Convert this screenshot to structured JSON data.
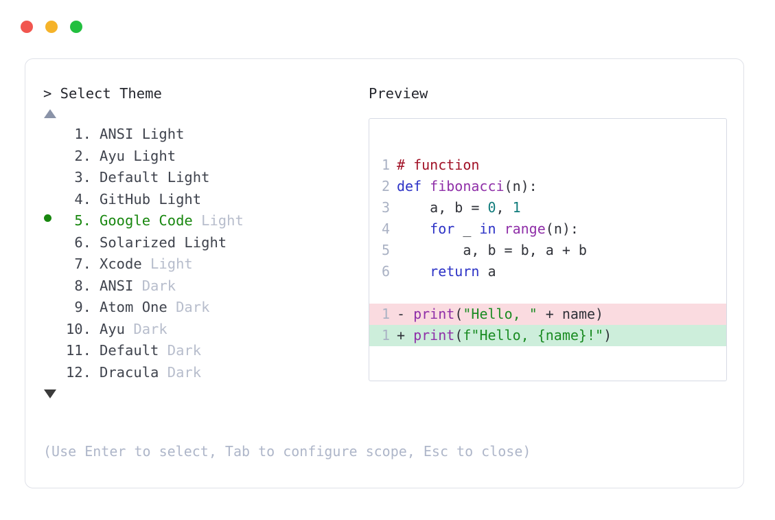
{
  "window": {
    "traffic_lights": [
      {
        "name": "close",
        "color": "#f1564f"
      },
      {
        "name": "minimize",
        "color": "#f5b32a"
      },
      {
        "name": "maximize",
        "color": "#22bf3f"
      }
    ]
  },
  "left": {
    "prompt": "> Select Theme",
    "scroll_up_icon": "triangle-up",
    "scroll_down_icon": "triangle-down",
    "selected_index": 5,
    "items": [
      {
        "index": "1.",
        "name": "ANSI",
        "variant": " Light",
        "variant_muted": false,
        "selected": false
      },
      {
        "index": "2.",
        "name": "Ayu",
        "variant": " Light",
        "variant_muted": false,
        "selected": false
      },
      {
        "index": "3.",
        "name": "Default",
        "variant": " Light",
        "variant_muted": false,
        "selected": false
      },
      {
        "index": "4.",
        "name": "GitHub",
        "variant": " Light",
        "variant_muted": false,
        "selected": false
      },
      {
        "index": "5.",
        "name": "Google Code",
        "variant": " Light",
        "variant_muted": true,
        "selected": true
      },
      {
        "index": "6.",
        "name": "Solarized",
        "variant": " Light",
        "variant_muted": false,
        "selected": false
      },
      {
        "index": "7.",
        "name": "Xcode",
        "variant": " Light",
        "variant_muted": true,
        "selected": false
      },
      {
        "index": "8.",
        "name": "ANSI",
        "variant": " Dark",
        "variant_muted": true,
        "selected": false
      },
      {
        "index": "9.",
        "name": "Atom One",
        "variant": " Dark",
        "variant_muted": true,
        "selected": false
      },
      {
        "index": "10.",
        "name": "Ayu",
        "variant": " Dark",
        "variant_muted": true,
        "selected": false
      },
      {
        "index": "11.",
        "name": "Default",
        "variant": " Dark",
        "variant_muted": true,
        "selected": false
      },
      {
        "index": "12.",
        "name": "Dracula",
        "variant": " Dark",
        "variant_muted": true,
        "selected": false
      }
    ],
    "hint": "(Use Enter to select, Tab to configure scope, Esc to close)"
  },
  "right": {
    "label": "Preview",
    "code_lines": [
      {
        "num": "1",
        "kind": "normal",
        "tokens": [
          {
            "text": "# function",
            "cls": "t-com"
          }
        ]
      },
      {
        "num": "2",
        "kind": "normal",
        "tokens": [
          {
            "text": "def ",
            "cls": "t-kw"
          },
          {
            "text": "fibonacci",
            "cls": "t-fn"
          },
          {
            "text": "(n):",
            "cls": "t-plain"
          }
        ]
      },
      {
        "num": "3",
        "kind": "normal",
        "tokens": [
          {
            "text": "    a, b = ",
            "cls": "t-plain"
          },
          {
            "text": "0",
            "cls": "t-num"
          },
          {
            "text": ", ",
            "cls": "t-plain"
          },
          {
            "text": "1",
            "cls": "t-num"
          }
        ]
      },
      {
        "num": "4",
        "kind": "normal",
        "tokens": [
          {
            "text": "    ",
            "cls": "t-plain"
          },
          {
            "text": "for",
            "cls": "t-kw"
          },
          {
            "text": " _ ",
            "cls": "t-plain"
          },
          {
            "text": "in",
            "cls": "t-kw"
          },
          {
            "text": " ",
            "cls": "t-plain"
          },
          {
            "text": "range",
            "cls": "t-fn"
          },
          {
            "text": "(n):",
            "cls": "t-plain"
          }
        ]
      },
      {
        "num": "5",
        "kind": "normal",
        "tokens": [
          {
            "text": "        a, b = b, a + b",
            "cls": "t-plain"
          }
        ]
      },
      {
        "num": "6",
        "kind": "normal",
        "tokens": [
          {
            "text": "    ",
            "cls": "t-plain"
          },
          {
            "text": "return",
            "cls": "t-kw"
          },
          {
            "text": " a",
            "cls": "t-plain"
          }
        ]
      },
      {
        "num": "",
        "kind": "gap",
        "tokens": []
      },
      {
        "num": "1",
        "kind": "del",
        "tokens": [
          {
            "text": "- ",
            "cls": "t-plain"
          },
          {
            "text": "print",
            "cls": "t-fn"
          },
          {
            "text": "(",
            "cls": "t-plain"
          },
          {
            "text": "\"Hello, \"",
            "cls": "t-str"
          },
          {
            "text": " + name)",
            "cls": "t-plain"
          }
        ]
      },
      {
        "num": "1",
        "kind": "add",
        "tokens": [
          {
            "text": "+ ",
            "cls": "t-plain"
          },
          {
            "text": "print",
            "cls": "t-fn"
          },
          {
            "text": "(",
            "cls": "t-plain"
          },
          {
            "text": "f\"Hello, {name}!\"",
            "cls": "t-str"
          },
          {
            "text": ")",
            "cls": "t-plain"
          }
        ]
      }
    ]
  }
}
